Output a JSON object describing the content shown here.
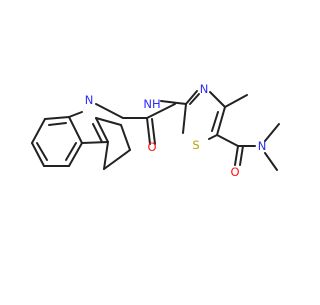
{
  "molecule": {
    "atom_labels": {
      "indole_n": "N",
      "amide_nh": "NH",
      "amide_o": "O",
      "thiazole_n": "N",
      "thiazole_s": "S",
      "carboxamide_o": "O",
      "dimethyl_n": "N"
    },
    "colors": {
      "bond": "#222222",
      "nitrogen": "#2b2bff",
      "oxygen": "#ff1010",
      "sulfur": "#b8a400"
    }
  }
}
